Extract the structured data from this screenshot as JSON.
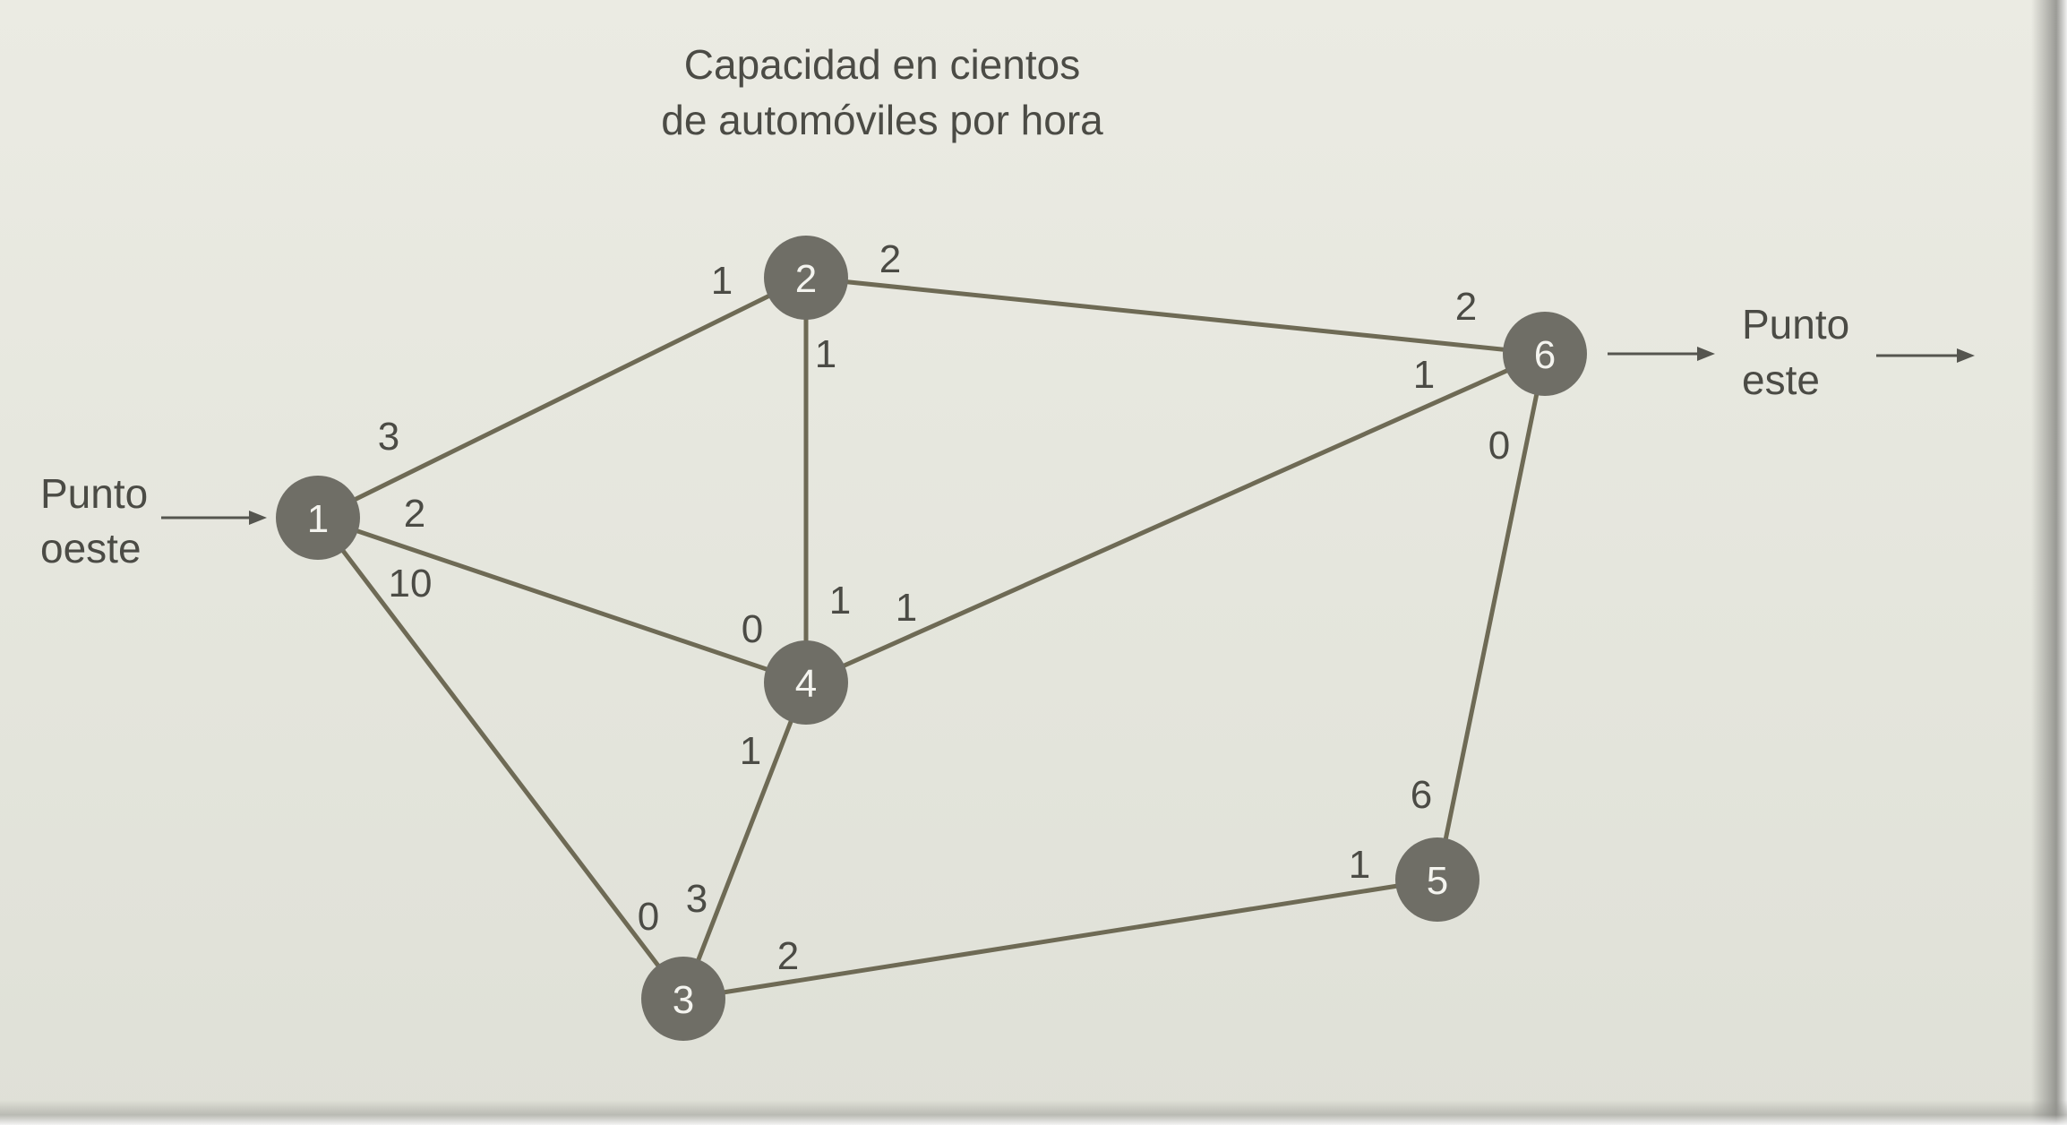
{
  "diagram": {
    "title_lines": [
      "Capacidad en cientos",
      "de automóviles por hora"
    ],
    "source": {
      "lines": [
        "Punto",
        "oeste"
      ]
    },
    "sink": {
      "lines": [
        "Punto",
        "este"
      ]
    },
    "nodes": [
      {
        "id": "1",
        "label": "1"
      },
      {
        "id": "2",
        "label": "2"
      },
      {
        "id": "3",
        "label": "3"
      },
      {
        "id": "4",
        "label": "4"
      },
      {
        "id": "5",
        "label": "5"
      },
      {
        "id": "6",
        "label": "6"
      }
    ],
    "edges": [
      {
        "from": "1",
        "to": "2",
        "cap_from": "3",
        "cap_to": "1"
      },
      {
        "from": "1",
        "to": "4",
        "cap_from": "2",
        "cap_to": "0"
      },
      {
        "from": "1",
        "to": "3",
        "cap_from": "10",
        "cap_to": "0"
      },
      {
        "from": "2",
        "to": "6",
        "cap_from": "2",
        "cap_to": "2"
      },
      {
        "from": "2",
        "to": "4",
        "cap_from": "1",
        "cap_to": "1"
      },
      {
        "from": "4",
        "to": "6",
        "cap_from": "1",
        "cap_to": "1"
      },
      {
        "from": "4",
        "to": "3",
        "cap_from": "1",
        "cap_to": "3"
      },
      {
        "from": "3",
        "to": "5",
        "cap_from": "2",
        "cap_to": "1"
      },
      {
        "from": "5",
        "to": "6",
        "cap_from": "6",
        "cap_to": "0"
      }
    ],
    "colors": {
      "node": "#6f6e66",
      "edge": "#6e6a55",
      "text": "#4b4b45",
      "background": "#e7e7df"
    }
  }
}
